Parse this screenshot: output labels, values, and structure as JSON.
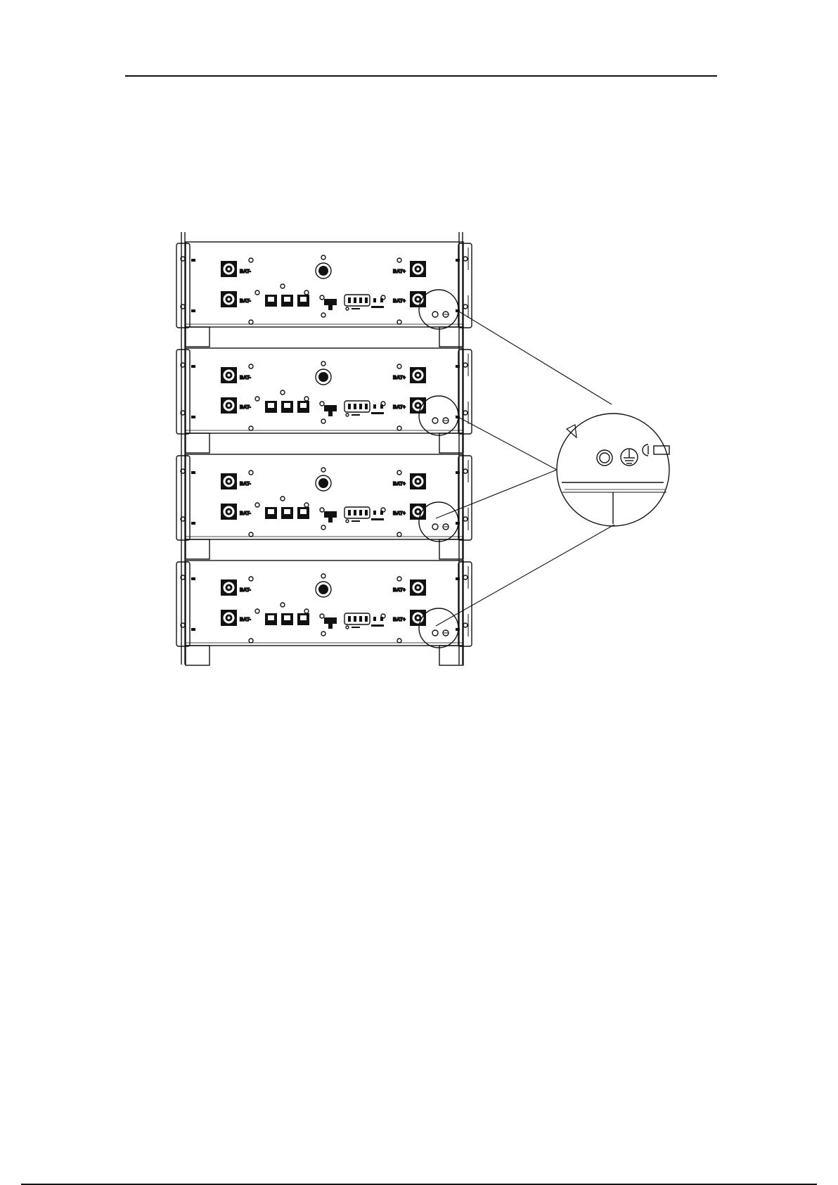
{
  "modules": [
    {
      "label_left_top": "BAT-",
      "label_left_bottom": "BAT-",
      "label_right_top": "BAT+",
      "label_right_bottom": "BAT+"
    },
    {
      "label_left_top": "BAT-",
      "label_left_bottom": "BAT-",
      "label_right_top": "BAT+",
      "label_right_bottom": "BAT+"
    },
    {
      "label_left_top": "BAT-",
      "label_left_bottom": "BAT-",
      "label_right_top": "BAT+",
      "label_right_bottom": "BAT+"
    },
    {
      "label_left_top": "BAT-",
      "label_left_bottom": "BAT-",
      "label_right_top": "BAT+",
      "label_right_bottom": "BAT+"
    }
  ],
  "callout": {
    "icon": "ground-symbol-icon"
  },
  "colors": {
    "stroke": "#111111",
    "background": "#ffffff"
  }
}
